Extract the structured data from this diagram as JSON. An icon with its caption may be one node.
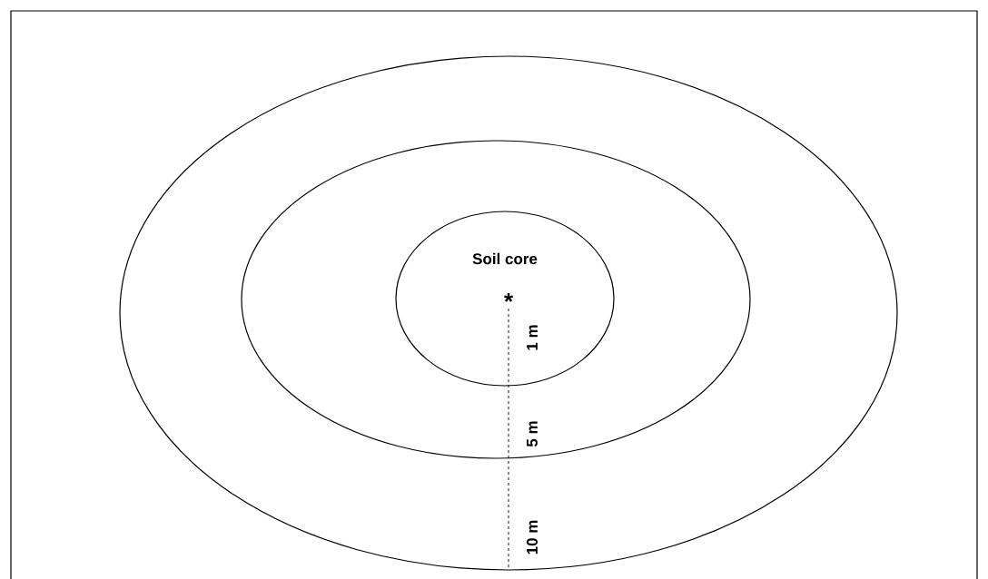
{
  "diagram": {
    "nodes": [
      {
        "text": [],
        "shape": "ellipse"
      },
      {
        "text": [],
        "shape": "ellipse",
        "in": 0
      },
      {
        "text": [
          "Soil core"
        ],
        "in": 1
      }
    ],
    "labels": [
      "*",
      "1 m",
      "5 m",
      "10 m"
    ]
  }
}
